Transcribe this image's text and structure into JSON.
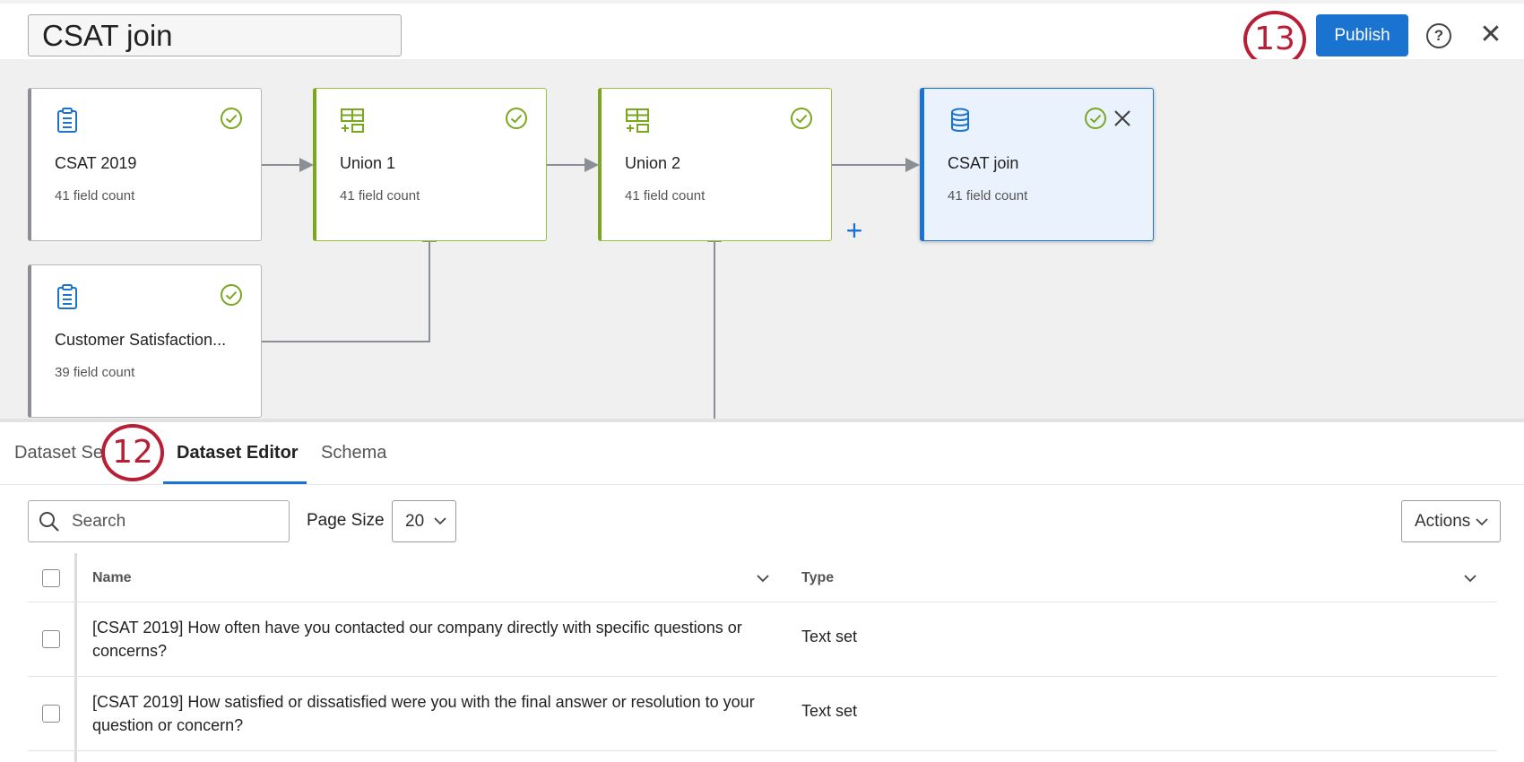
{
  "header": {
    "title_value": "CSAT join",
    "publish_label": "Publish",
    "help_label": "?",
    "close_label": "✕",
    "callout_13": "13",
    "callout_12": "12"
  },
  "flow": {
    "nodes": [
      {
        "name": "CSAT 2019",
        "count": "41 field count",
        "kind": "survey",
        "status": "success"
      },
      {
        "name": "Union 1",
        "count": "41 field count",
        "kind": "union",
        "status": "success"
      },
      {
        "name": "Union 2",
        "count": "41 field count",
        "kind": "union",
        "status": "success"
      },
      {
        "name": "CSAT join",
        "count": "41 field count",
        "kind": "dataset",
        "status": "success",
        "selected": true
      },
      {
        "name": "Customer Satisfaction...",
        "count": "39 field count",
        "kind": "survey",
        "status": "success"
      }
    ],
    "add_label": "+"
  },
  "tabs": {
    "settings": "Dataset Se",
    "editor": "Dataset Editor",
    "schema": "Schema",
    "active": "editor"
  },
  "toolbar": {
    "search_placeholder": "Search",
    "page_size_label": "Page Size",
    "page_size_value": "20",
    "actions_label": "Actions"
  },
  "table": {
    "columns": [
      "Name",
      "Type"
    ],
    "rows": [
      {
        "name": "[CSAT 2019] How often have you contacted our company directly with specific questions or concerns?",
        "type": "Text set"
      },
      {
        "name": "[CSAT 2019] How satisfied or dissatisfied were you with the final answer or resolution to your question or concern?",
        "type": "Text set"
      }
    ]
  },
  "colors": {
    "accent": "#1a73d1",
    "success": "#79a71d",
    "callout": "#b81f35"
  }
}
